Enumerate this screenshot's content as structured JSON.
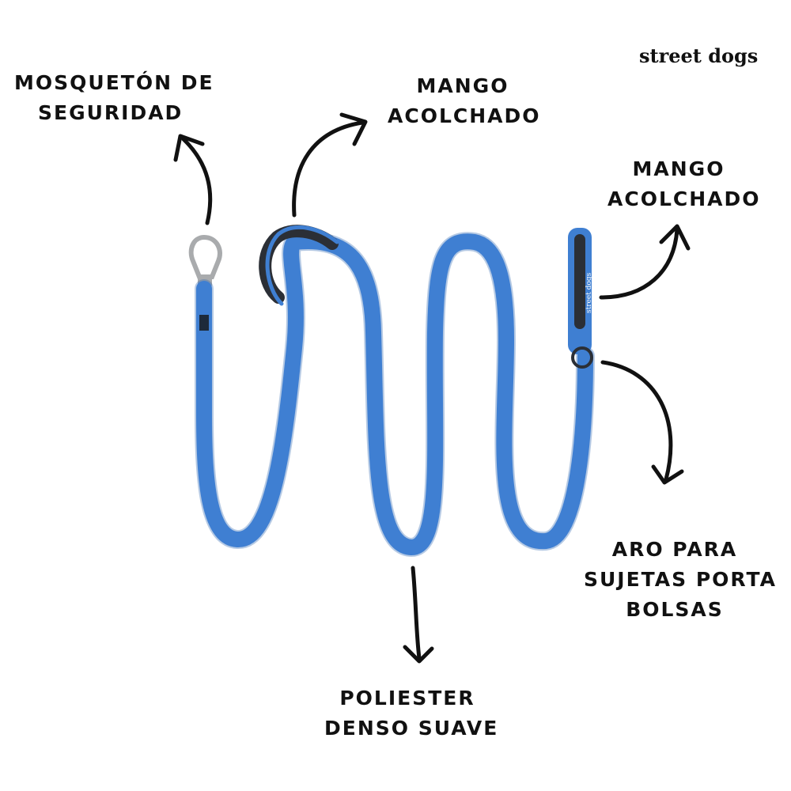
{
  "brand": "street dogs",
  "leash_brand_print": "street dogs",
  "labels": {
    "carabiner": [
      "MOSQUETÓN DE",
      "SEGURIDAD"
    ],
    "handle_top": [
      "MANGO",
      "ACOLCHADO"
    ],
    "handle_right": [
      "MANGO",
      "ACOLCHADO"
    ],
    "ring": [
      "ARO PARA",
      "SUJETAS PORTA",
      "BOLSAS"
    ],
    "material": [
      "POLIESTER",
      "DENSO SUAVE"
    ]
  },
  "colors": {
    "leash": "#3f7fd2",
    "leash_shadow": "#2f66b3",
    "padding": "#2b2f36",
    "metal": "#a9abad",
    "ink": "#111111"
  }
}
